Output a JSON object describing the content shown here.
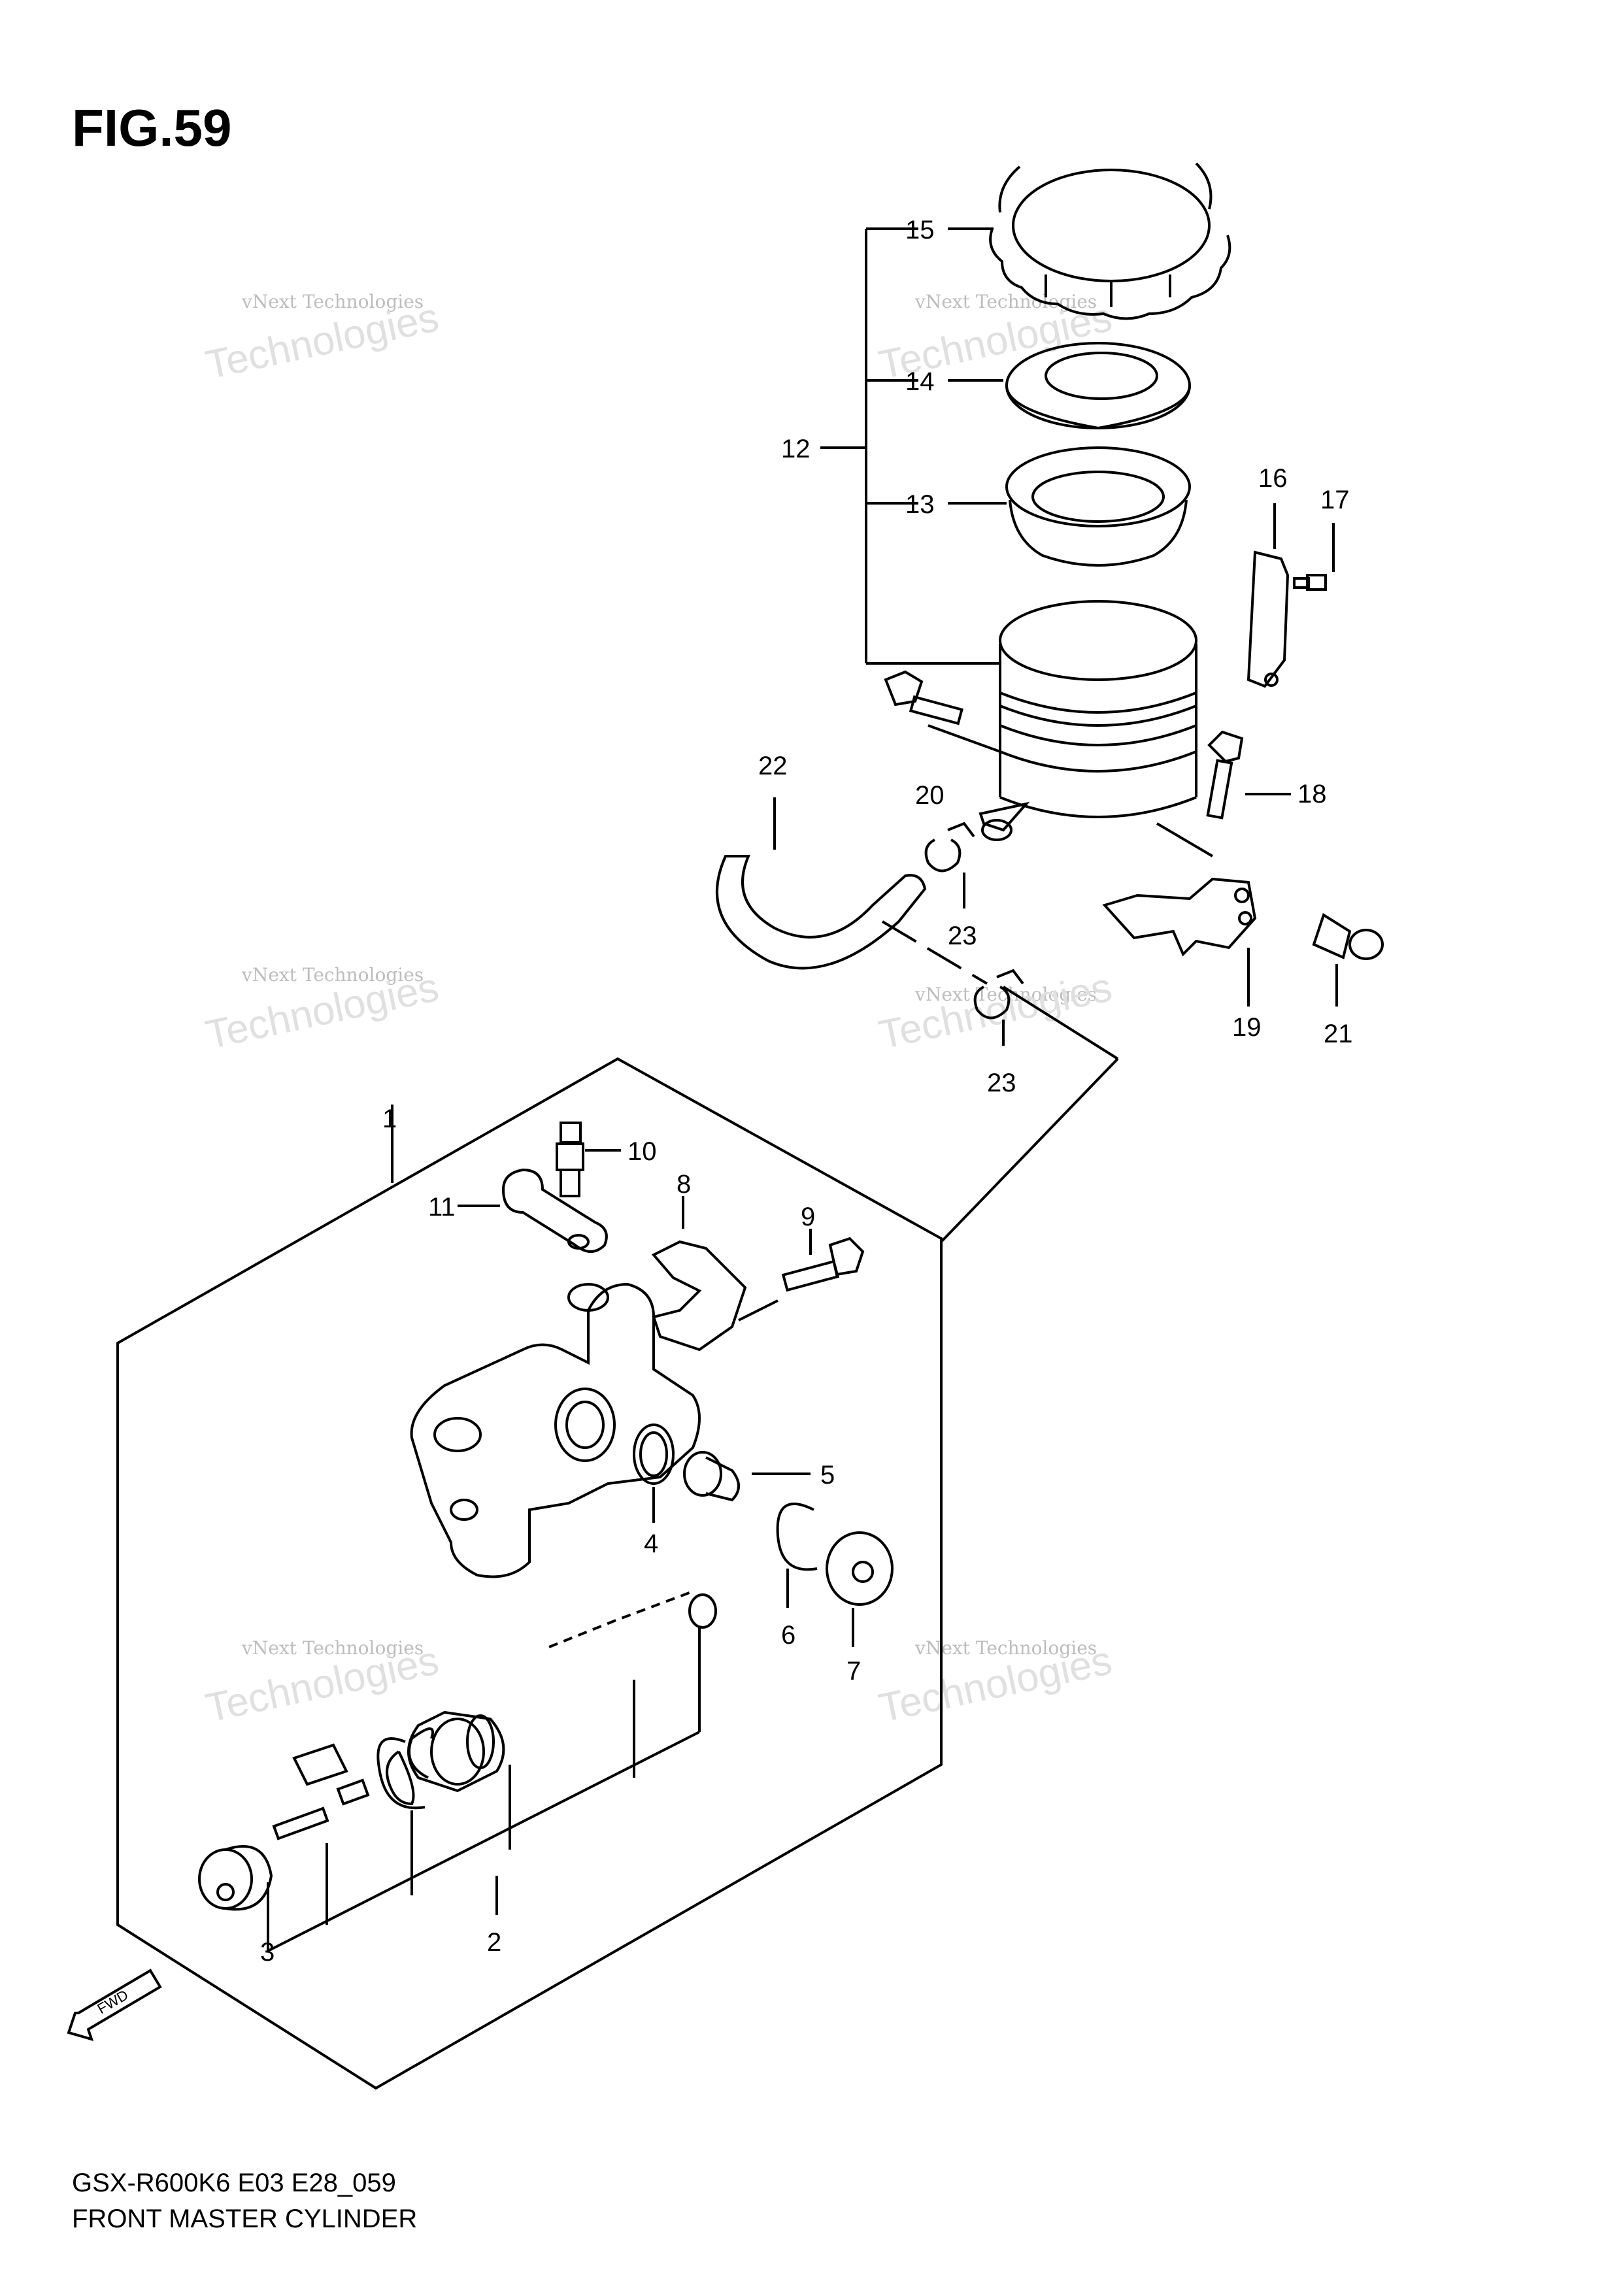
{
  "figure": {
    "title": "FIG.59",
    "model_code": "GSX-R600K6 E03 E28_059",
    "caption": "FRONT MASTER CYLINDER"
  },
  "watermark": {
    "text_small": "vNext Technologies",
    "text_big": "Technologies",
    "text_top": "vNext"
  },
  "callouts": {
    "p1": "1",
    "p2": "2",
    "p3": "3",
    "p4": "4",
    "p5": "5",
    "p6": "6",
    "p7": "7",
    "p8": "8",
    "p9": "9",
    "p10": "10",
    "p11": "11",
    "p12": "12",
    "p13": "13",
    "p14": "14",
    "p15": "15",
    "p16": "16",
    "p17": "17",
    "p18": "18",
    "p19": "19",
    "p20": "20",
    "p21": "21",
    "p22": "22",
    "p23a": "23",
    "p23b": "23"
  },
  "fwd_label": "FWD"
}
